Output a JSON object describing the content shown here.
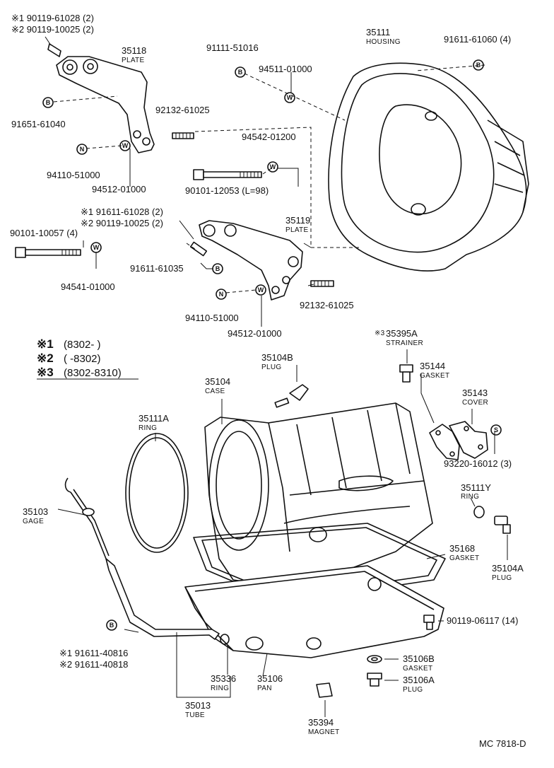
{
  "labels": {
    "b_top1": "※1 90119-61028 (2)",
    "b_top2": "※2 90119-10025 (2)",
    "b_91651": "91651-61040",
    "b_94110a": "94110-51000",
    "b_94512a": "94512-01000",
    "p_35118": "35118",
    "n_plate1": "PLATE",
    "p_92132a": "92132-61025",
    "p_91111": "91111-51016",
    "p_94511": "94511-01000",
    "p_35111": "35111",
    "n_housing": "HOUSING",
    "p_91611_60": "91611-61060 (4)",
    "p_94542": "94542-01200",
    "p_90101_12": "90101-12053 (L=98)",
    "p_m1_91611": "※1 91611-61028 (2)",
    "p_m2_90119": "※2 90119-10025 (2)",
    "p_90101_10": "90101-10057 (4)",
    "p_94541": "94541-01000",
    "p_91611_35": "91611-61035",
    "p_35119": "35119",
    "n_plate2": "PLATE",
    "p_94110b": "94110-51000",
    "p_94512b": "94512-01000",
    "p_92132b": "92132-61025",
    "lg1_mark": "※1",
    "lg1_range": "(8302-      )",
    "lg2_mark": "※2",
    "lg2_range": "(      -8302)",
    "lg3_mark": "※3",
    "lg3_range": "(8302-8310)",
    "p_35395": "35395A",
    "p_35395_mk": "※3",
    "n_strainer": "STRAINER",
    "p_35104b": "35104B",
    "n_plug1": "PLUG",
    "p_35144": "35144",
    "n_gasket1": "GASKET",
    "p_35104": "35104",
    "n_case": "CASE",
    "p_35143": "35143",
    "n_cover": "COVER",
    "p_35111a": "35111A",
    "n_ring1": "RING",
    "p_93220": "93220-16012 (3)",
    "p_35111y": "35111Y",
    "n_ring2": "RING",
    "p_35103": "35103",
    "n_gage": "GAGE",
    "p_35168": "35168",
    "n_gasket2": "GASKET",
    "p_35104a": "35104A",
    "n_plug2": "PLUG",
    "p_90119_06": "90119-06117 (14)",
    "p_m1_40816": "※1 91611-40816",
    "p_m2_40818": "※2 91611-40818",
    "p_35336": "35336",
    "n_ring3": "RING",
    "p_35106": "35106",
    "n_pan": "PAN",
    "p_35106b": "35106B",
    "n_gasket3": "GASKET",
    "p_35106a": "35106A",
    "n_plug3": "PLUG",
    "p_35013": "35013",
    "n_tube": "TUBE",
    "p_35394": "35394",
    "n_magnet": "MAGNET",
    "code": "MC 7818-D"
  },
  "badges": {
    "b": "B",
    "w": "W",
    "n": "N",
    "s": "S"
  }
}
